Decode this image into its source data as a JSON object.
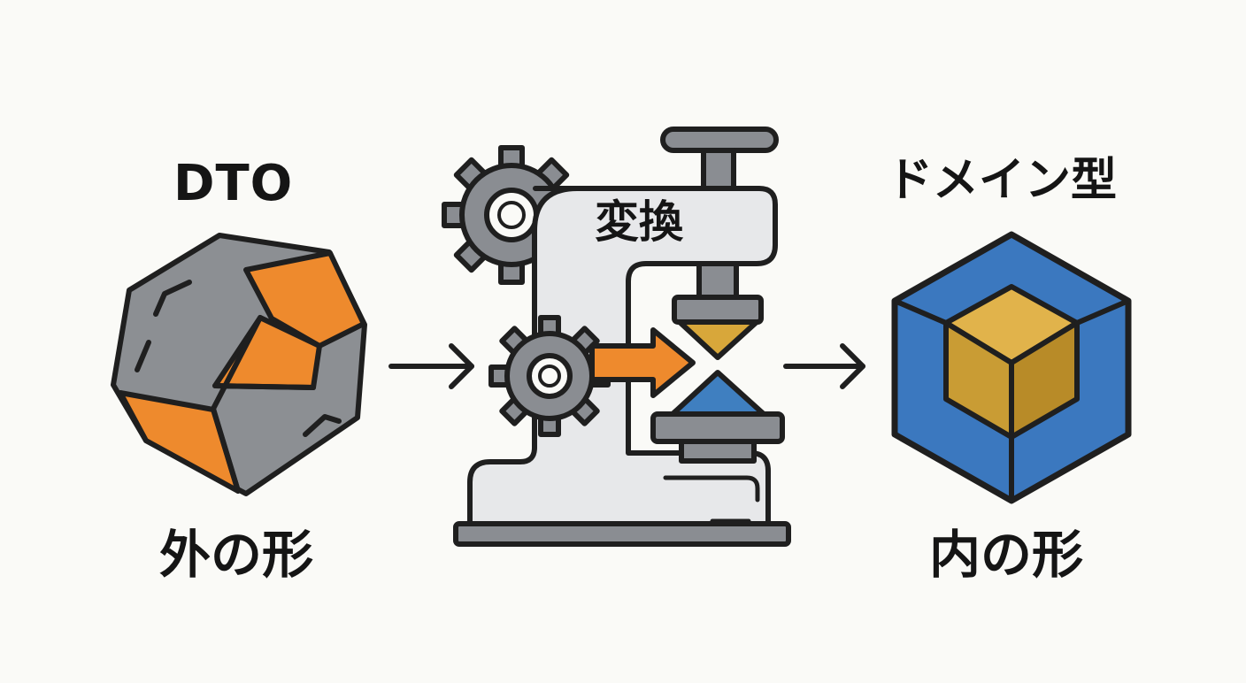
{
  "diagram": {
    "left": {
      "title": "DTO",
      "caption": "外の形"
    },
    "middle": {
      "label": "変換"
    },
    "right": {
      "title": "ドメイン型",
      "caption": "内の形"
    }
  },
  "icons": {
    "source": "irregular-rock-icon",
    "machine": "press-machine-icon",
    "gears": "gear-icon",
    "result": "nested-cube-icon",
    "flow": "arrow-right-icon"
  },
  "colors": {
    "ink": "#1f1f1f",
    "rock_gray": "#8c8f93",
    "rock_orange": "#ee8a2d",
    "machine_fill": "#e7e8ea",
    "gear_gray": "#8a8d92",
    "die_gold": "#d8a73a",
    "die_blue": "#3f7fc0",
    "cube_blue": "#3b78bf",
    "cube_gold": "#d1a53a"
  }
}
